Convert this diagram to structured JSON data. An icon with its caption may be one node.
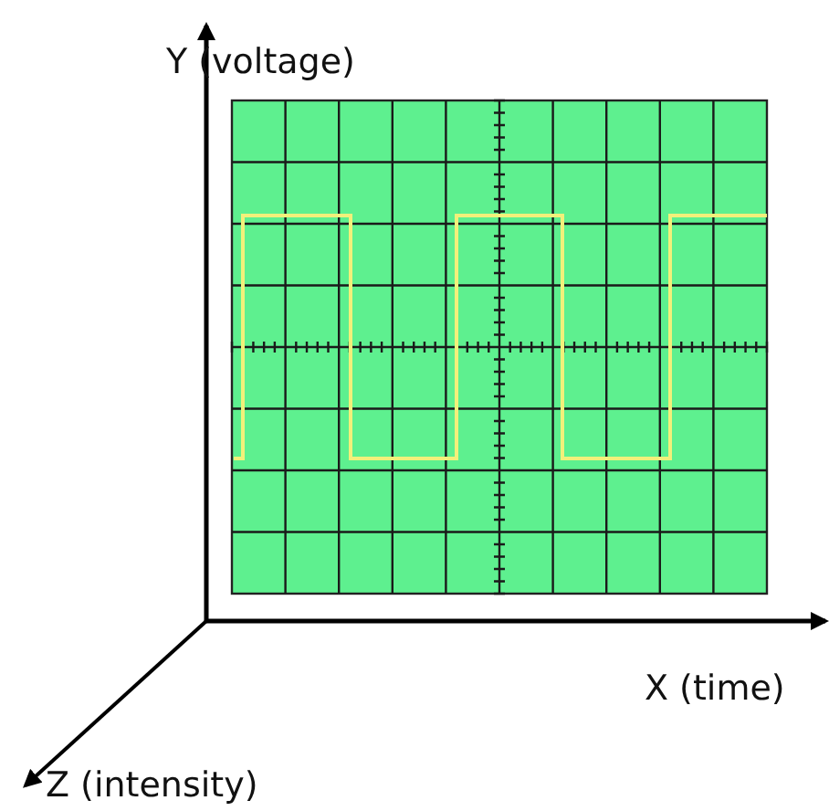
{
  "diagram": {
    "labels": [
      "Y (voltage)",
      "X (time)",
      "Z (intensity)"
    ]
  }
}
